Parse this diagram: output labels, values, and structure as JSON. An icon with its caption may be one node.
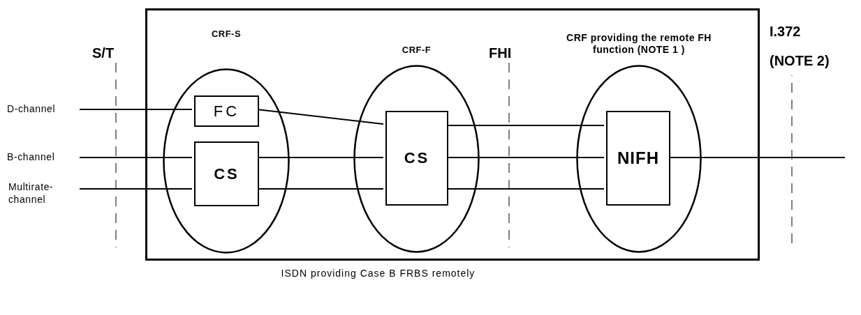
{
  "diagram": {
    "caption": "ISDN providing Case B FRBS remotely",
    "nodes": [
      {
        "text": [],
        "shape": "box"
      },
      {
        "text": [
          "CRF-S"
        ],
        "in": 0
      },
      {
        "text": [
          "FC"
        ],
        "in": 1
      },
      {
        "text": [
          "CS"
        ],
        "in": 1
      },
      {
        "text": [
          "CRF-F"
        ],
        "in": 0
      },
      {
        "text": [
          "CS"
        ],
        "in": 4
      },
      {
        "text": [
          "CRF providing the remote FH function (NOTE 1 )"
        ],
        "in": 0
      },
      {
        "text": [
          "NIFH"
        ],
        "in": 6
      },
      {
        "text": [
          "D-channel"
        ]
      },
      {
        "text": [
          "B-channel"
        ]
      },
      {
        "text": [
          "Multirate- channel"
        ]
      }
    ],
    "edges": [
      {
        "from": 8,
        "to": 2,
        "arrow": "none"
      },
      {
        "from": 9,
        "to": 3,
        "arrow": "none"
      },
      {
        "from": 10,
        "to": 3,
        "arrow": "none"
      },
      {
        "from": 2,
        "to": 5,
        "arrow": "none"
      },
      {
        "from": 3,
        "to": 5,
        "arrow": "none"
      },
      {
        "from": 3,
        "to": 5,
        "arrow": "none"
      },
      {
        "from": 5,
        "to": 7,
        "arrow": "none"
      },
      {
        "from": 5,
        "to": 7,
        "arrow": "none"
      },
      {
        "from": 5,
        "to": 7,
        "arrow": "none"
      },
      {
        "from": 7,
        "to": null,
        "arrow": "none"
      }
    ],
    "labels": [
      "S/T",
      "FHI",
      "I.372 (NOTE 2)"
    ]
  }
}
